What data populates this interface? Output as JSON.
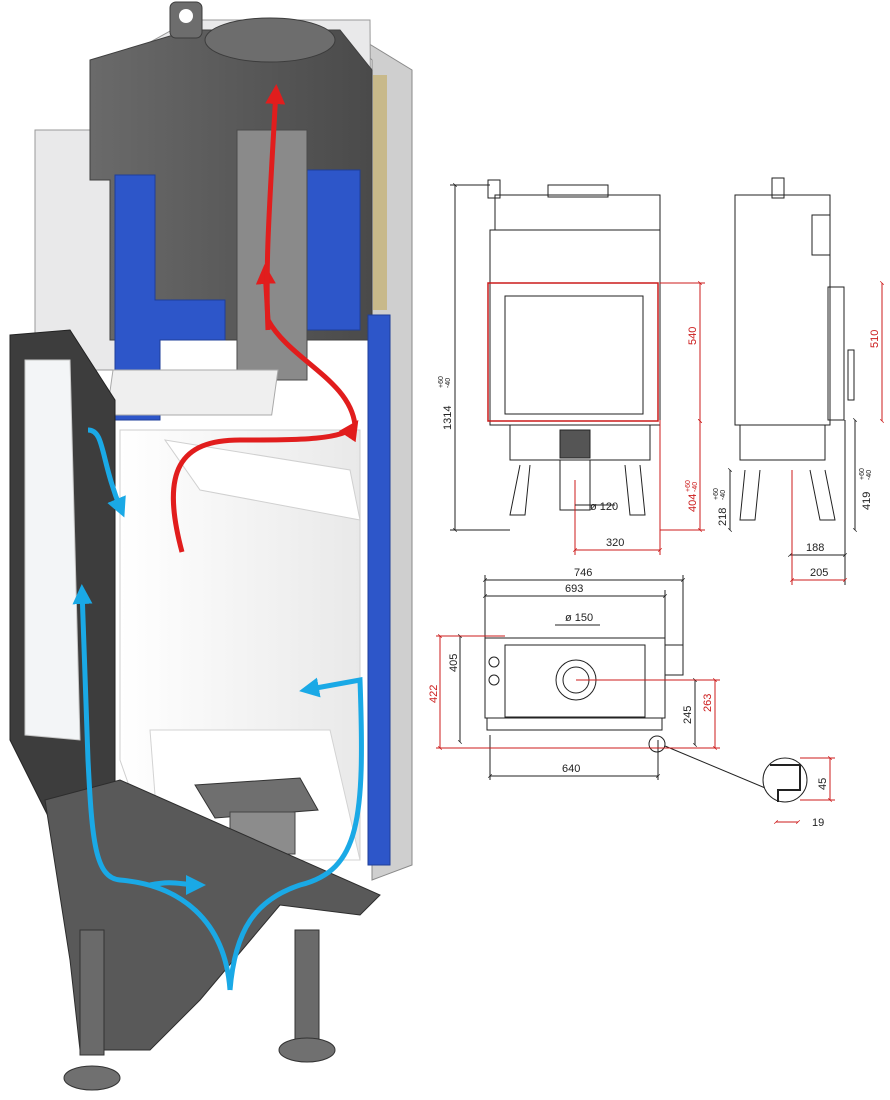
{
  "colors": {
    "steel_dark": "#5a5a5a",
    "steel_mid": "#7b7b7b",
    "steel_light": "#b9b9b9",
    "insulation_blue": "#2d56c9",
    "liner_white": "#f4f4f4",
    "hot_air": "#e11d1d",
    "cold_air": "#1aa9e6",
    "drawing_line": "#222222",
    "dimension_red": "#cc1b1b"
  },
  "cutaway": {
    "description_icons": [
      "hot-air-arrow",
      "cold-air-arrow"
    ]
  },
  "front_view": {
    "overall_height": "1314",
    "overall_height_tol_plus": "+60",
    "overall_height_tol_minus": "-40",
    "glass_height": "540",
    "bottom_height": "404",
    "bottom_tol_plus": "+60",
    "bottom_tol_minus": "-40",
    "inlet_diameter": "ø 120",
    "inlet_offset": "320"
  },
  "side_view": {
    "glass_height": "510",
    "leg_height": "218",
    "leg_tol_plus": "+60",
    "leg_tol_minus": "-40",
    "bottom_height": "419",
    "bottom_tol_plus": "+60",
    "bottom_tol_minus": "-40",
    "depth_inner": "188",
    "depth_outer": "205"
  },
  "top_view": {
    "overall_width": "746",
    "body_width": "693",
    "flue_diameter": "ø 150",
    "depth_total": "422",
    "depth_body": "405",
    "flue_offset_a": "245",
    "flue_offset_b": "263",
    "bottom_width": "640"
  },
  "detail": {
    "height": "45",
    "width": "19"
  }
}
